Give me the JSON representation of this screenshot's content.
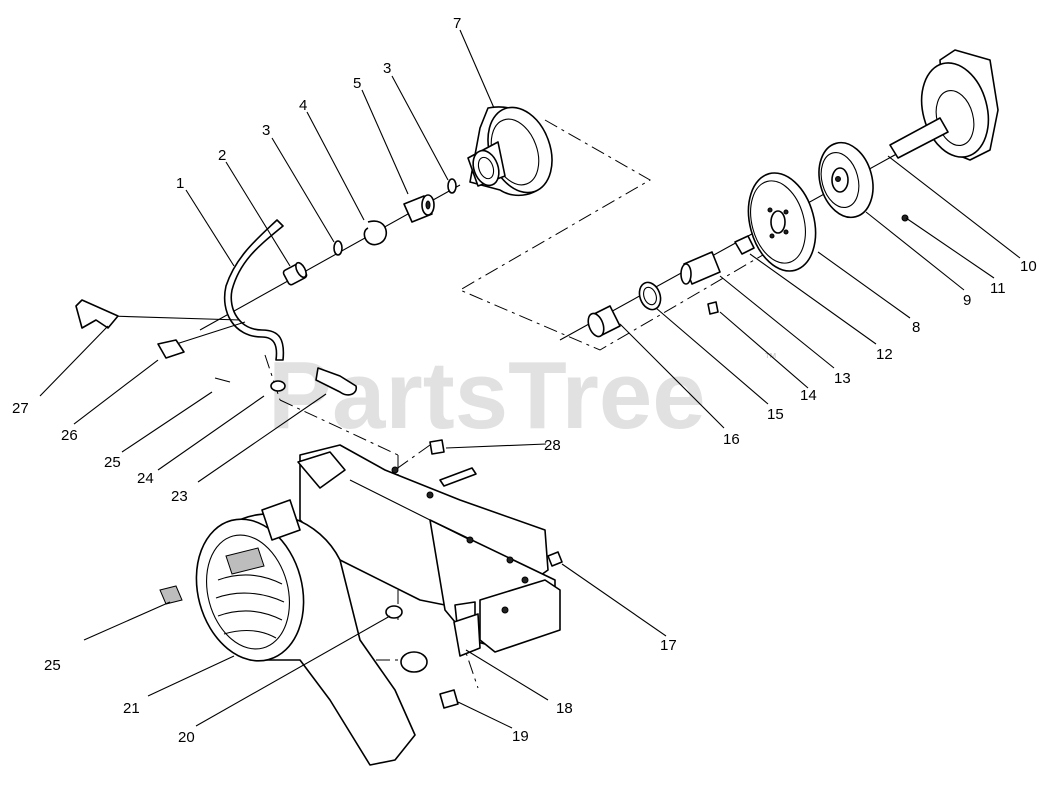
{
  "watermark": {
    "text": "PartsTree",
    "trademark": "™"
  },
  "callouts": [
    {
      "id": "c1",
      "label": "1"
    },
    {
      "id": "c2",
      "label": "2"
    },
    {
      "id": "c3a",
      "label": "3"
    },
    {
      "id": "c4",
      "label": "4"
    },
    {
      "id": "c5",
      "label": "5"
    },
    {
      "id": "c3b",
      "label": "3"
    },
    {
      "id": "c7",
      "label": "7"
    },
    {
      "id": "c10",
      "label": "10"
    },
    {
      "id": "c11",
      "label": "11"
    },
    {
      "id": "c9",
      "label": "9"
    },
    {
      "id": "c8",
      "label": "8"
    },
    {
      "id": "c12",
      "label": "12"
    },
    {
      "id": "c13",
      "label": "13"
    },
    {
      "id": "c14",
      "label": "14"
    },
    {
      "id": "c15",
      "label": "15"
    },
    {
      "id": "c16",
      "label": "16"
    },
    {
      "id": "c27",
      "label": "27"
    },
    {
      "id": "c26",
      "label": "26"
    },
    {
      "id": "c25a",
      "label": "25"
    },
    {
      "id": "c24",
      "label": "24"
    },
    {
      "id": "c23",
      "label": "23"
    },
    {
      "id": "c28",
      "label": "28"
    },
    {
      "id": "c17",
      "label": "17"
    },
    {
      "id": "c25b",
      "label": "25"
    },
    {
      "id": "c21",
      "label": "21"
    },
    {
      "id": "c20",
      "label": "20"
    },
    {
      "id": "c18",
      "label": "18"
    },
    {
      "id": "c19",
      "label": "19"
    }
  ]
}
